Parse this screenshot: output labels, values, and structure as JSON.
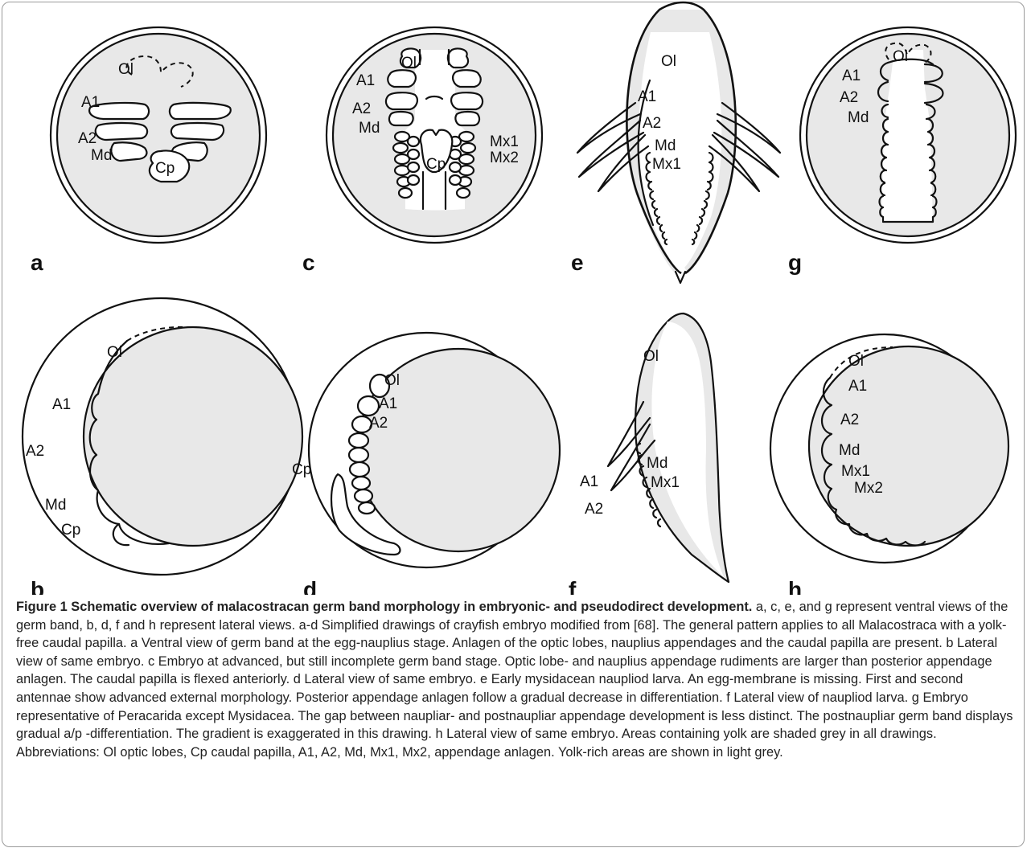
{
  "figure": {
    "panels": {
      "a": "a",
      "b": "b",
      "c": "c",
      "d": "d",
      "e": "e",
      "f": "f",
      "g": "g",
      "h": "h"
    },
    "labels": {
      "a": {
        "ol": "Ol",
        "a1": "A1",
        "a2": "A2",
        "md": "Md",
        "cp": "Cp"
      },
      "b": {
        "ol": "Ol",
        "a1": "A1",
        "a2": "A2",
        "md": "Md",
        "cp": "Cp"
      },
      "c": {
        "ol": "Ol",
        "a1": "A1",
        "a2": "A2",
        "md": "Md",
        "mx1": "Mx1",
        "mx2": "Mx2",
        "cp": "Cp"
      },
      "d": {
        "ol": "Ol",
        "a1": "A1",
        "a2": "A2",
        "cp": "Cp"
      },
      "e": {
        "ol": "Ol",
        "a1": "A1",
        "a2": "A2",
        "md": "Md",
        "mx1": "Mx1"
      },
      "f": {
        "ol": "Ol",
        "a1": "A1",
        "a2": "A2",
        "md": "Md",
        "mx1": "Mx1"
      },
      "g": {
        "ol": "Ol",
        "a1": "A1",
        "a2": "A2",
        "md": "Md"
      },
      "h": {
        "ol": "Ol",
        "a1": "A1",
        "a2": "A2",
        "md": "Md",
        "mx1": "Mx1",
        "mx2": "Mx2"
      }
    }
  },
  "caption": {
    "title": "Figure 1 Schematic overview of malacostracan germ band morphology in embryonic- and pseudodirect development.",
    "text": " a, c, e, and g represent ventral views of the germ band, b, d, f and h represent lateral views. a-d Simplified drawings of crayfish embryo modified from [68]. The general pattern applies to all Malacostraca with a yolk-free caudal papilla. a Ventral view of germ band at the egg-nauplius stage. Anlagen of the optic lobes, nauplius appendages and the caudal papilla are present. b Lateral view of same embryo. c Embryo at advanced, but still incomplete germ band stage. Optic lobe- and nauplius appendage rudiments are larger than posterior appendage anlagen. The caudal papilla is flexed anteriorly. d Lateral view of same embryo. e Early mysidacean naupliod larva. An egg-membrane is missing. First and second antennae show advanced external morphology. Posterior appendage anlagen follow a gradual decrease in differentiation. f Lateral view of naupliod larva. g Embryo representative of Peracarida except Mysidacea. The gap between naupliar- and postnaupliar appendage development is less distinct. The postnaupliar germ band displays gradual a/p -differentiation. The gradient is exaggerated in this drawing. h Lateral view of same embryo. Areas containing yolk are shaded grey in all drawings. Abbreviations: Ol optic lobes, Cp caudal papilla, A1, A2, Md, Mx1, Mx2, appendage anlagen. Yolk-rich areas are shown in light grey."
  }
}
